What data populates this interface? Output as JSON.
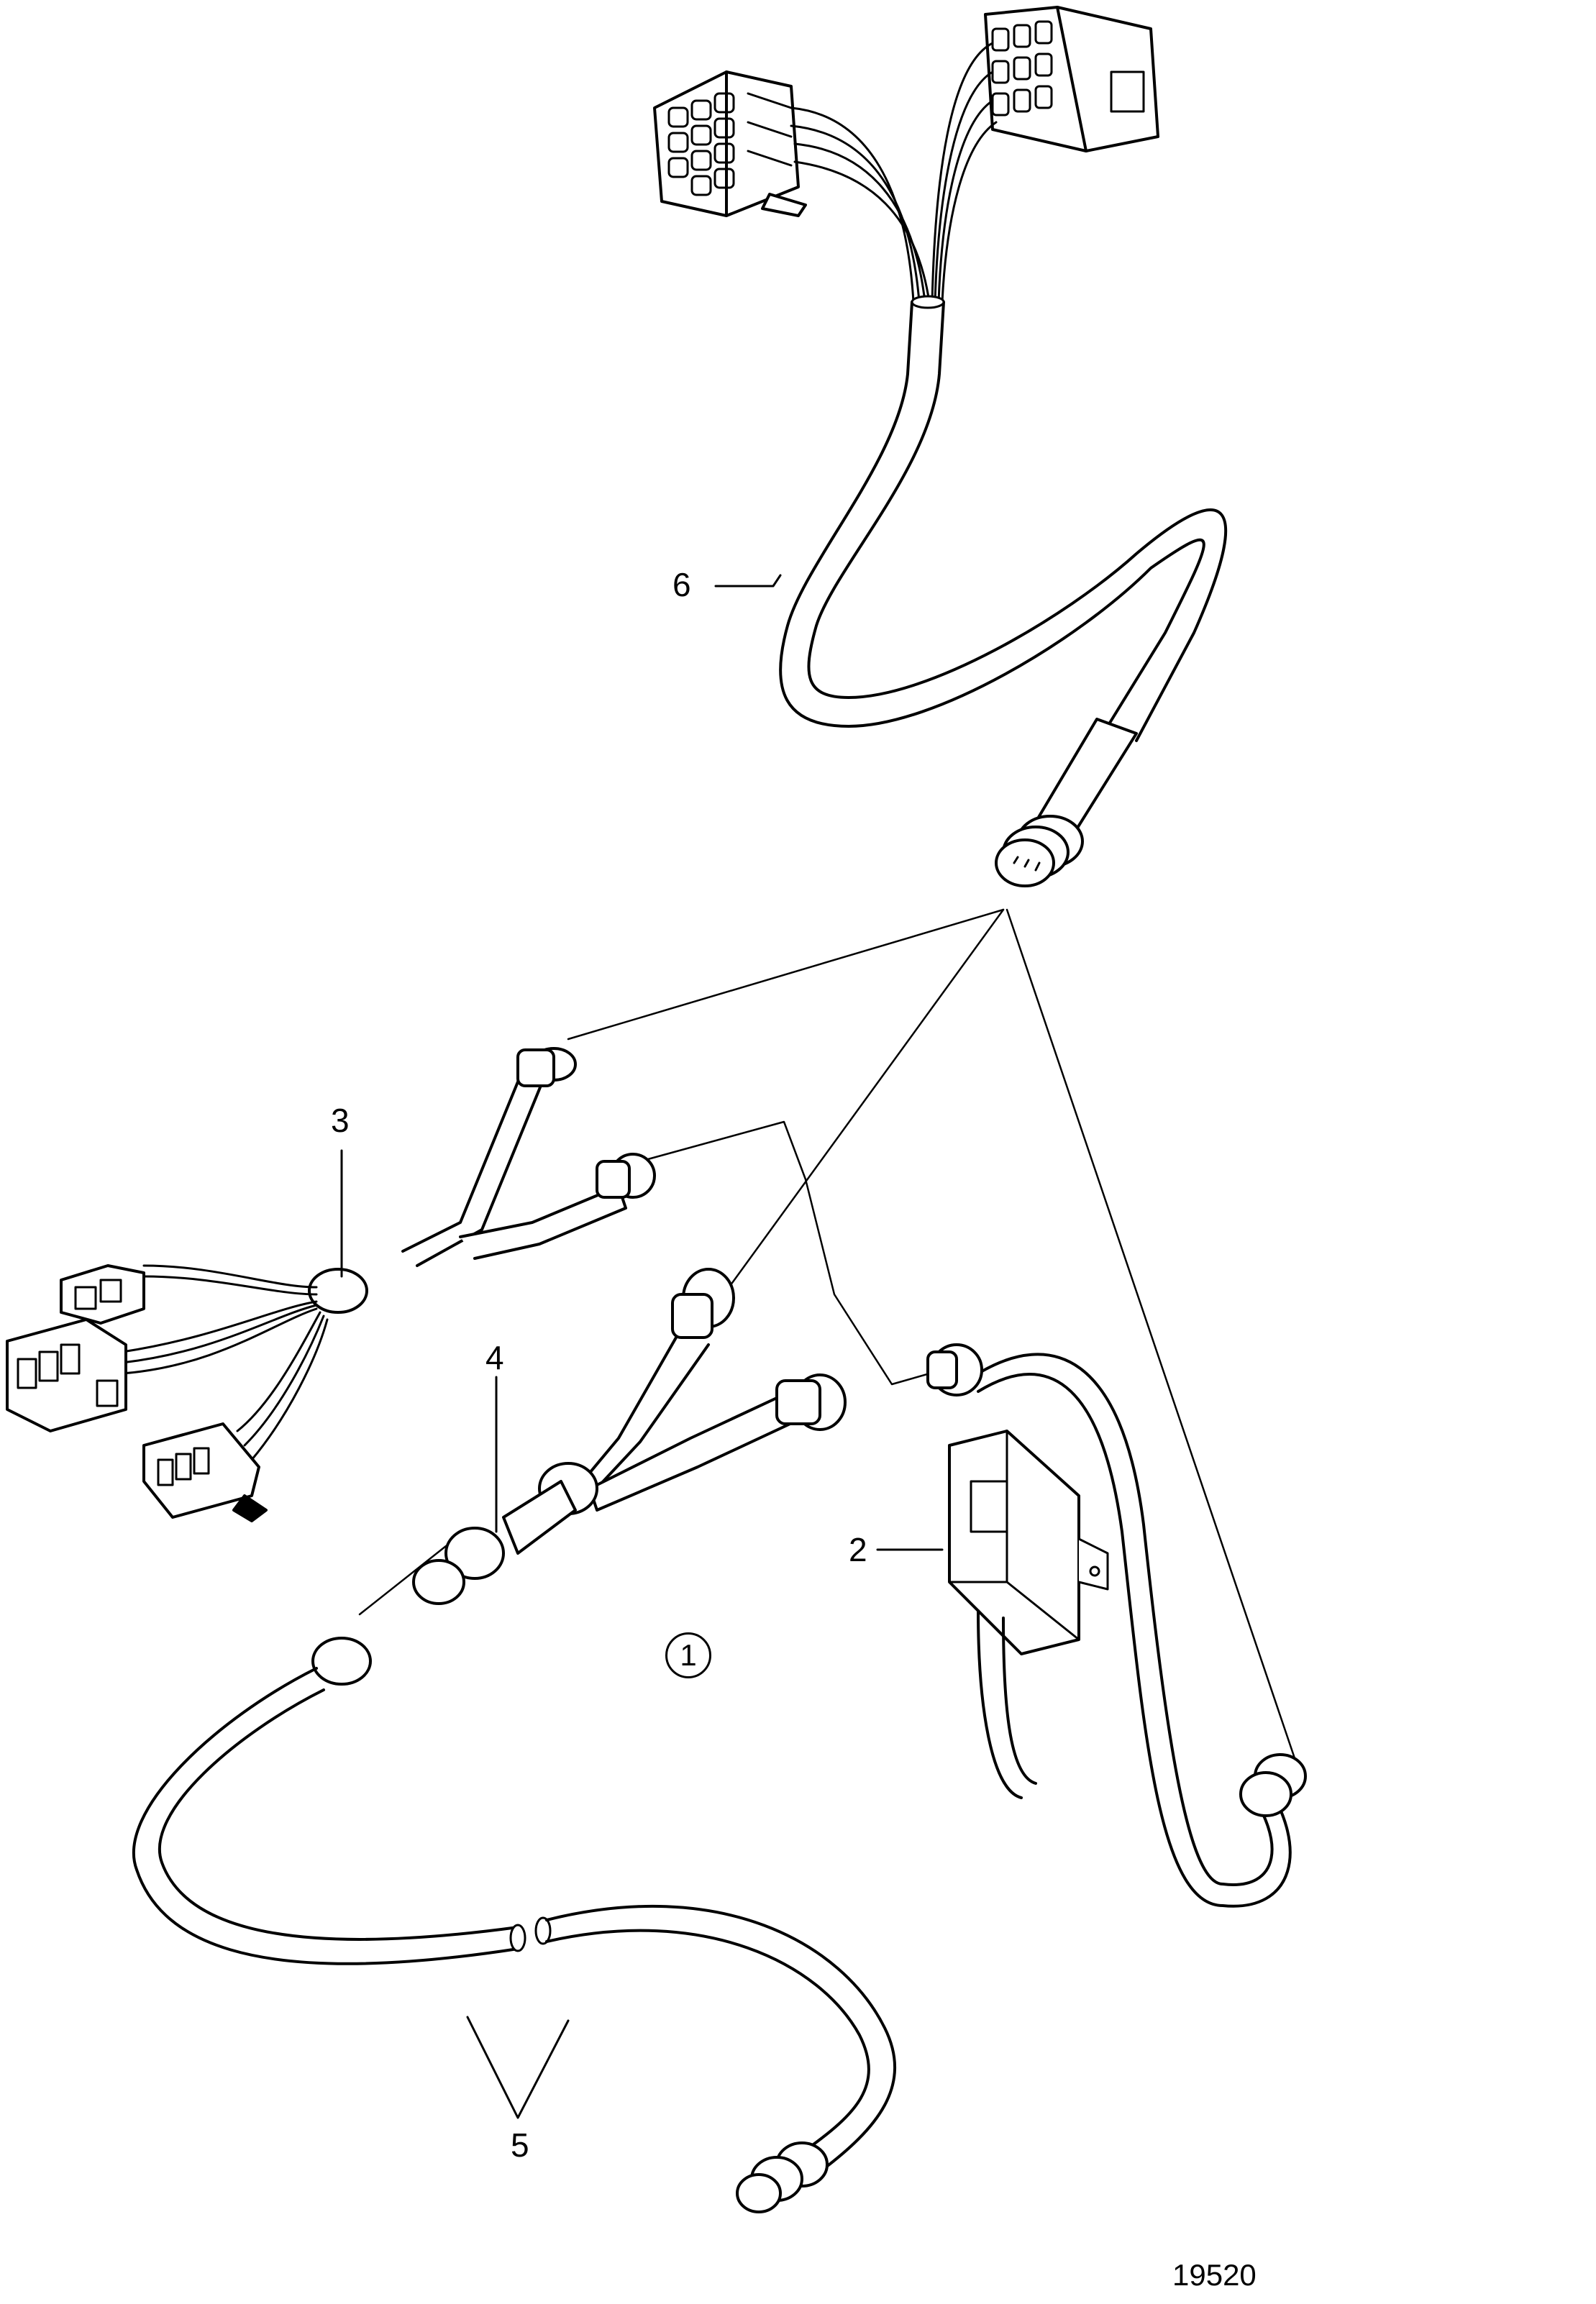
{
  "callouts": {
    "c1": "1",
    "c2": "2",
    "c3": "3",
    "c4": "4",
    "c5": "5",
    "c6": "6"
  },
  "figure_number": "19520",
  "colors": {
    "line": "#000000",
    "background": "#ffffff"
  },
  "icons": [
    "harness-connector-icon",
    "sensor-box-icon",
    "round-connector-icon"
  ]
}
